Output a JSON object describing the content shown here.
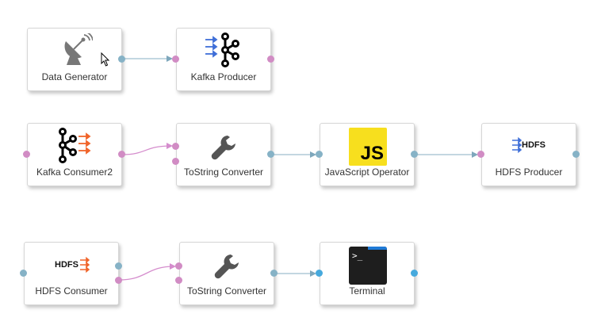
{
  "nodes": {
    "data_generator": {
      "label": "Data Generator",
      "icon": "satellite-dish-icon"
    },
    "kafka_producer": {
      "label": "Kafka Producer",
      "icon": "kafka-producer-icon"
    },
    "kafka_consumer2": {
      "label": "Kafka Consumer2",
      "icon": "kafka-consumer-icon"
    },
    "tostring_converter_1": {
      "label": "ToString Converter",
      "icon": "wrench-icon"
    },
    "javascript_operator": {
      "label": "JavaScript Operator",
      "icon": "javascript-icon",
      "icon_text": "JS"
    },
    "hdfs_producer": {
      "label": "HDFS Producer",
      "icon": "hdfs-producer-icon",
      "icon_text": "HDFS"
    },
    "hdfs_consumer": {
      "label": "HDFS Consumer",
      "icon": "hdfs-consumer-icon",
      "icon_text": "HDFS"
    },
    "tostring_converter_2": {
      "label": "ToString Converter",
      "icon": "wrench-icon"
    },
    "terminal": {
      "label": "Terminal",
      "icon": "terminal-icon",
      "icon_text": ">_"
    }
  },
  "connections": [
    {
      "from": "data_generator",
      "to": "kafka_producer"
    },
    {
      "from": "kafka_consumer2",
      "to": "tostring_converter_1"
    },
    {
      "from": "tostring_converter_1",
      "to": "javascript_operator"
    },
    {
      "from": "javascript_operator",
      "to": "hdfs_producer"
    },
    {
      "from": "hdfs_consumer",
      "to": "tostring_converter_2"
    },
    {
      "from": "tostring_converter_2",
      "to": "terminal"
    }
  ],
  "colors": {
    "port_pink": "#d18cc4",
    "port_blue": "#86b2c6",
    "port_bright_blue": "#46a9dd",
    "link_blue": "#9fbfcf",
    "link_pink": "#d58dcd",
    "kafka_arrow_blue": "#3f6fd8",
    "kafka_arrow_orange": "#f0642a",
    "js_yellow": "#f7df1e",
    "terminal_bg": "#1e1e1e",
    "terminal_accent": "#1f7ad6"
  }
}
